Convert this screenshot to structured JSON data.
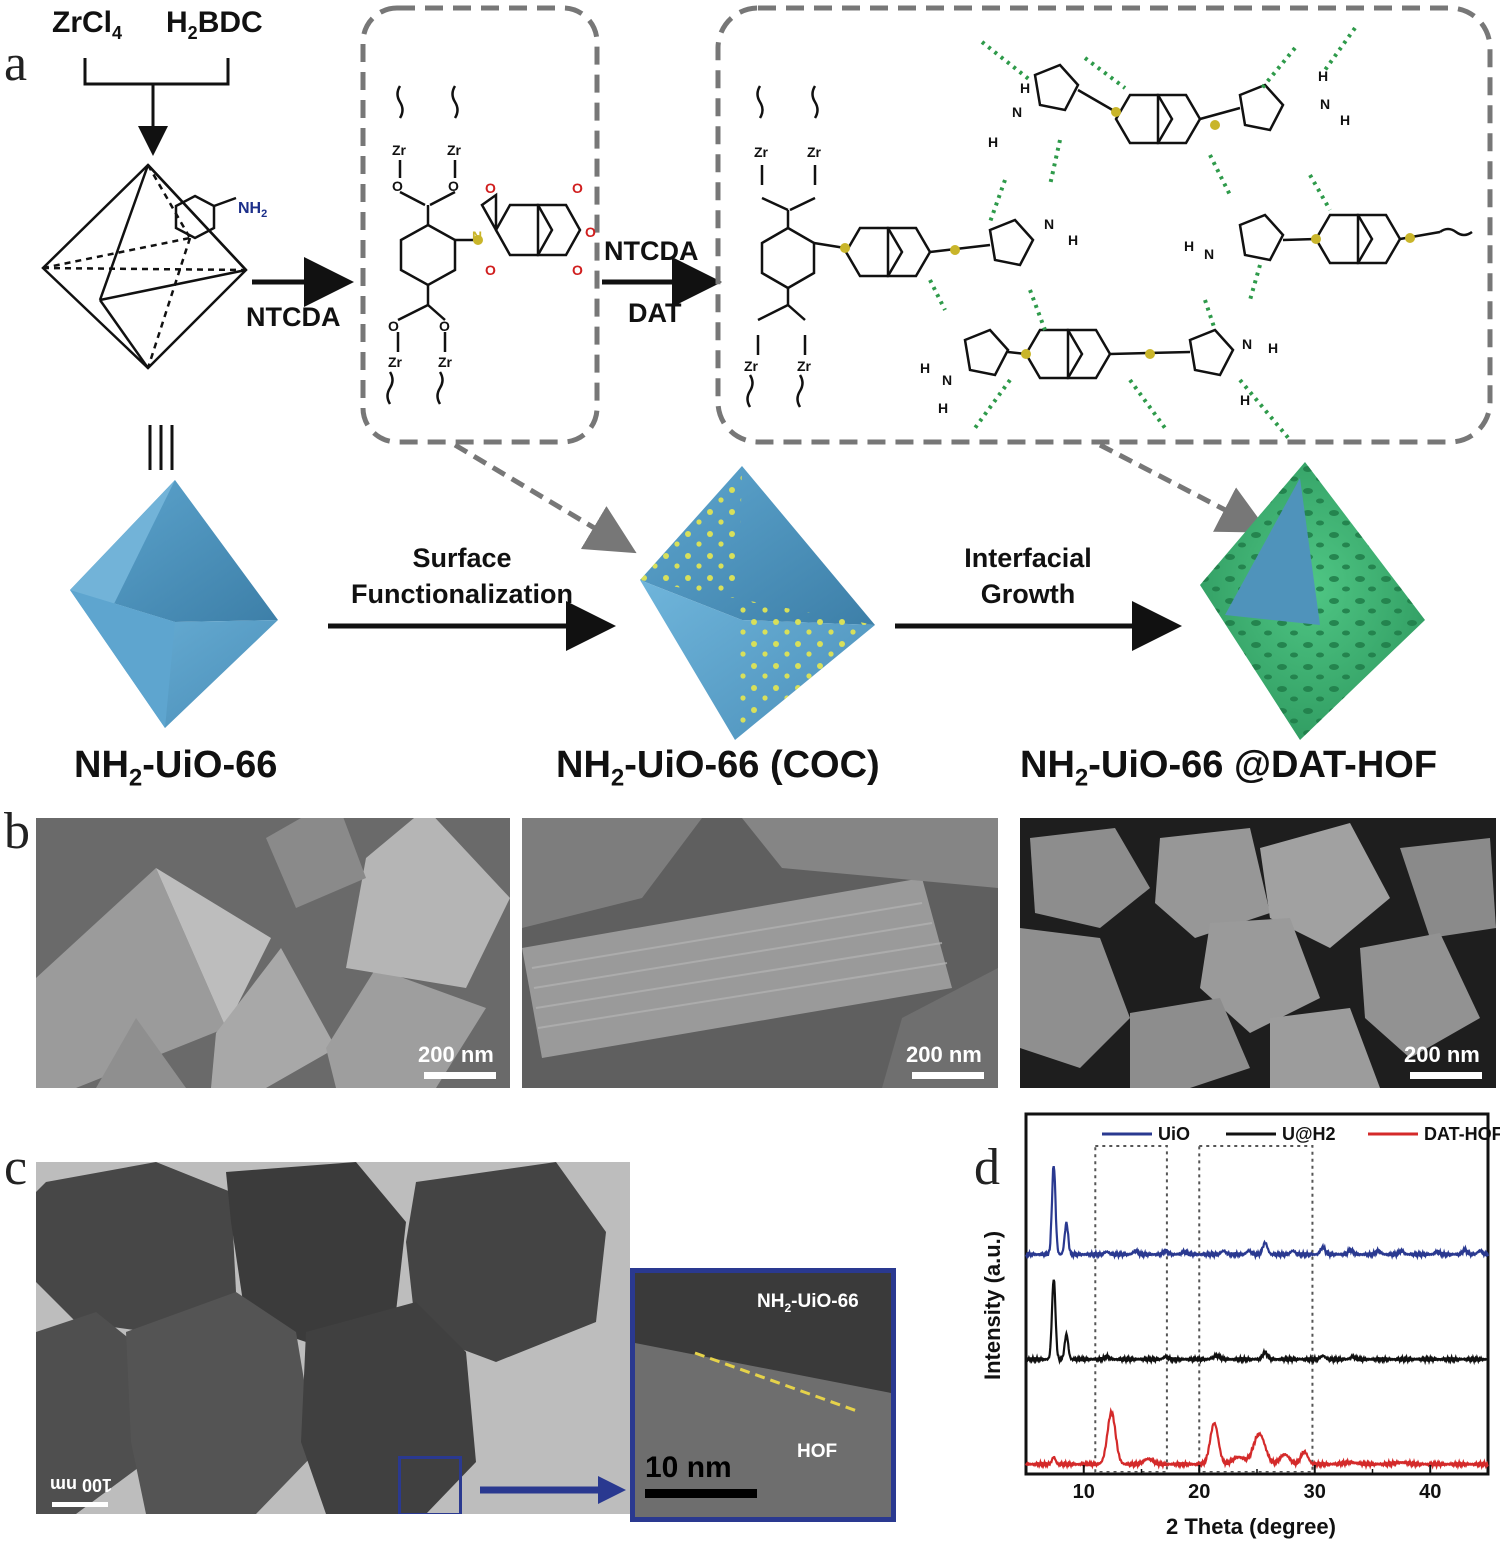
{
  "panels": {
    "a": "a",
    "b": "b",
    "c": "c",
    "d": "d"
  },
  "scheme": {
    "precursor_left": "ZrCl",
    "precursor_left_sub": "4",
    "precursor_right_pre": "H",
    "precursor_right_sub": "2",
    "precursor_right_post": "BDC",
    "amine": "NH",
    "amine_sub": "2",
    "step1_reagent": "NTCDA",
    "step2_reagent_top": "NTCDA",
    "step2_reagent_bottom": "DAT",
    "arrow1_label_line1": "Surface",
    "arrow1_label_line2": "Functionalization",
    "arrow2_label_line1": "Interfacial",
    "arrow2_label_line2": "Growth",
    "label1_pre": "NH",
    "label1_sub": "2",
    "label1_post": "-UiO-66",
    "label2_pre": "NH",
    "label2_sub": "2",
    "label2_post": "-UiO-66 (COC)",
    "label3_pre": "NH",
    "label3_sub": "2",
    "label3_post": "-UiO-66 @DAT-HOF",
    "atoms": {
      "zr": "Zr",
      "o": "O",
      "n": "N",
      "h": "H"
    }
  },
  "sem": [
    {
      "scale": "200 nm"
    },
    {
      "scale": "200 nm"
    },
    {
      "scale": "200 nm"
    }
  ],
  "tem": {
    "scale": "100 nm",
    "inset_scale": "10 nm",
    "inset_top_pre": "NH",
    "inset_top_sub": "2",
    "inset_top_post": "-UiO-66",
    "inset_bottom": "HOF"
  },
  "colors": {
    "uio": "#2a3990",
    "u_h2": "#111111",
    "dat_hof": "#d42a2a",
    "octahedron": "#4f93bb",
    "hof_shell": "#3fae72",
    "oxygen_red": "#d01e1e",
    "nitrogen_blue": "#1c2f8a",
    "imide_n_yellow": "#c9b52a"
  },
  "chart_data": {
    "type": "line",
    "xlabel": "2 Theta (degree)",
    "ylabel": "Intensity (a.u.)",
    "xlim": [
      5,
      45
    ],
    "xticks": [
      10,
      20,
      30,
      40
    ],
    "legend_placement": "top",
    "highlight_boxes": [
      [
        11,
        17.2
      ],
      [
        20,
        29.8
      ]
    ],
    "series": [
      {
        "name": "UiO",
        "color": "#2a3990",
        "offset": 2.0,
        "scale": 0.85,
        "peaks": [
          [
            7.4,
            1.0,
            0.15
          ],
          [
            8.5,
            0.35,
            0.15
          ],
          [
            12.0,
            0.03,
            0.2
          ],
          [
            14.5,
            0.04,
            0.2
          ],
          [
            17.1,
            0.04,
            0.2
          ],
          [
            18.7,
            0.03,
            0.2
          ],
          [
            22.1,
            0.04,
            0.2
          ],
          [
            24.3,
            0.04,
            0.2
          ],
          [
            25.7,
            0.13,
            0.2
          ],
          [
            28.1,
            0.04,
            0.2
          ],
          [
            30.7,
            0.08,
            0.2
          ],
          [
            33.1,
            0.05,
            0.2
          ],
          [
            35.5,
            0.04,
            0.2
          ],
          [
            37.5,
            0.04,
            0.2
          ],
          [
            40.6,
            0.03,
            0.2
          ],
          [
            43.0,
            0.05,
            0.2
          ],
          [
            44.3,
            0.04,
            0.2
          ]
        ]
      },
      {
        "name": "U@H2",
        "color": "#111111",
        "offset": 1.0,
        "scale": 0.85,
        "peaks": [
          [
            7.4,
            0.9,
            0.15
          ],
          [
            8.5,
            0.28,
            0.15
          ],
          [
            12.0,
            0.03,
            0.2
          ],
          [
            17.1,
            0.03,
            0.2
          ],
          [
            21.5,
            0.04,
            0.3
          ],
          [
            25.7,
            0.08,
            0.2
          ],
          [
            30.7,
            0.04,
            0.2
          ],
          [
            33.3,
            0.03,
            0.2
          ]
        ]
      },
      {
        "name": "DAT-HOF",
        "color": "#d42a2a",
        "offset": 0.0,
        "scale": 0.85,
        "peaks": [
          [
            7.4,
            0.08,
            0.15
          ],
          [
            12.4,
            0.58,
            0.35
          ],
          [
            15.6,
            0.06,
            0.4
          ],
          [
            21.3,
            0.46,
            0.35
          ],
          [
            23.4,
            0.08,
            0.5
          ],
          [
            25.2,
            0.34,
            0.5
          ],
          [
            27.4,
            0.11,
            0.4
          ],
          [
            29.1,
            0.14,
            0.3
          ],
          [
            33.1,
            0.02,
            0.6
          ],
          [
            37.5,
            0.02,
            0.6
          ]
        ]
      }
    ]
  }
}
